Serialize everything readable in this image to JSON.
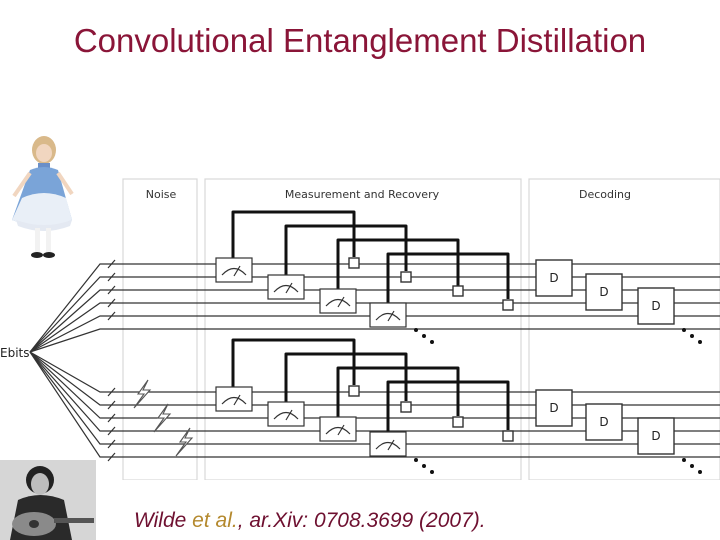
{
  "title": "Convolutional Entanglement Distillation",
  "diagram": {
    "sections": {
      "noise": "Noise",
      "measurement": "Measurement and Recovery",
      "decoding": "Decoding"
    },
    "ebits_label": "Ebits",
    "decoder_label": "D"
  },
  "citation": {
    "author": "Wilde ",
    "etal": "et al.",
    "rest": ", ar.Xiv: 0708.3699 (2007)."
  },
  "colors": {
    "title": "#8a1538",
    "citation": "#6e1030",
    "etal": "#b4892e"
  },
  "images": {
    "top_left": "doll-figure",
    "bottom_left": "guitarist-photo"
  }
}
